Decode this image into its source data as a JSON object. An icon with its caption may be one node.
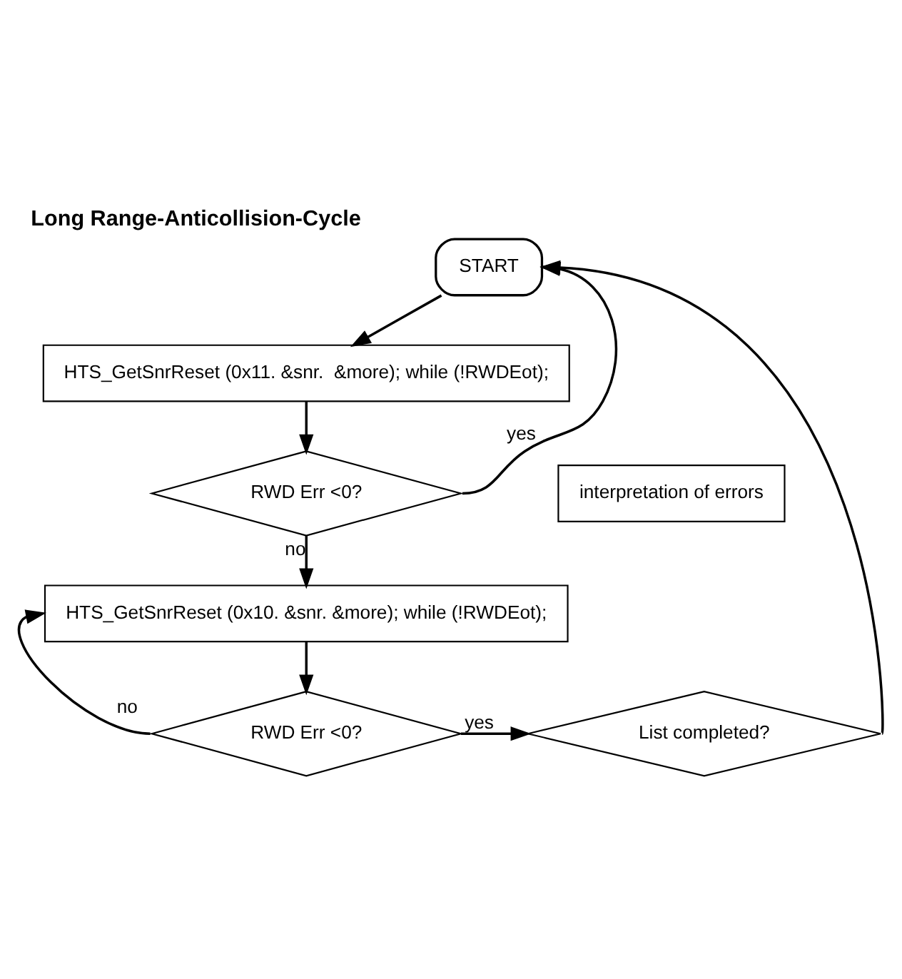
{
  "diagram": {
    "title": "Long Range-Anticollision-Cycle",
    "nodes": [
      {
        "text": [
          "START"
        ]
      },
      {
        "text": [
          "HTS_GetSnrReset (0x11. &snr.  &more); while (!RWDEot);"
        ]
      },
      {
        "text": [
          "RWD Err <0?"
        ]
      },
      {
        "text": [
          "interpretation of errors"
        ]
      },
      {
        "text": [
          "HTS_GetSnrReset (0x10. &snr. &more); while (!RWDEot);"
        ]
      },
      {
        "text": [
          "RWD Err <0?"
        ]
      },
      {
        "text": [
          "List completed?"
        ]
      }
    ],
    "edges": [
      {
        "from": 0,
        "to": 1,
        "arrow": "to"
      },
      {
        "from": 1,
        "to": 2,
        "arrow": "to"
      },
      {
        "from": 2,
        "to": 0,
        "arrow": "to",
        "label": "yes"
      },
      {
        "from": 2,
        "to": 4,
        "arrow": "to",
        "label": "no"
      },
      {
        "from": 4,
        "to": 5,
        "arrow": "to"
      },
      {
        "from": 5,
        "to": 6,
        "arrow": "to",
        "label": "yes"
      },
      {
        "from": 6,
        "to": 0,
        "arrow": "to"
      },
      {
        "from": 5,
        "to": 4,
        "arrow": "to",
        "label": "no"
      }
    ]
  }
}
